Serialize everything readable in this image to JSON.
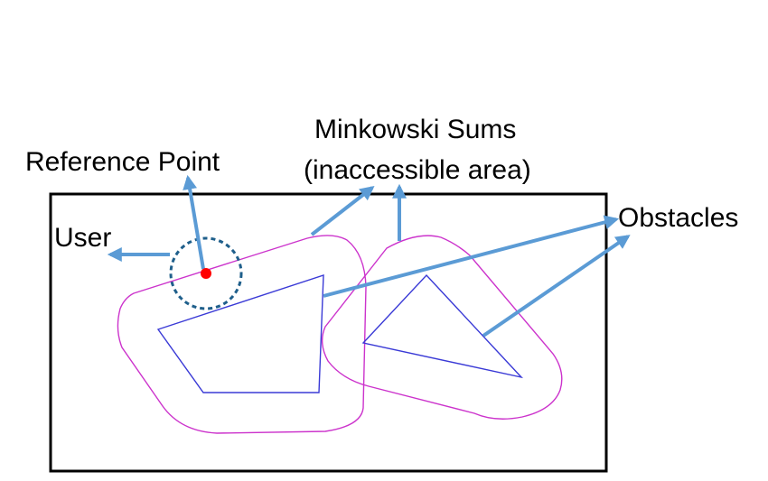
{
  "labels": {
    "reference_point": "Reference Point",
    "minkowski_line1": "Minkowski Sums",
    "minkowski_line2": "(inaccessible area)",
    "user": "User",
    "obstacles": "Obstacles"
  },
  "colors": {
    "obstacle": "#3a3ad6",
    "minkowski": "#cc33cc",
    "arrow": "#5b9bd5",
    "user_circle": "#1f5f8b",
    "reference_point": "#ff0000",
    "frame": "#000000"
  }
}
